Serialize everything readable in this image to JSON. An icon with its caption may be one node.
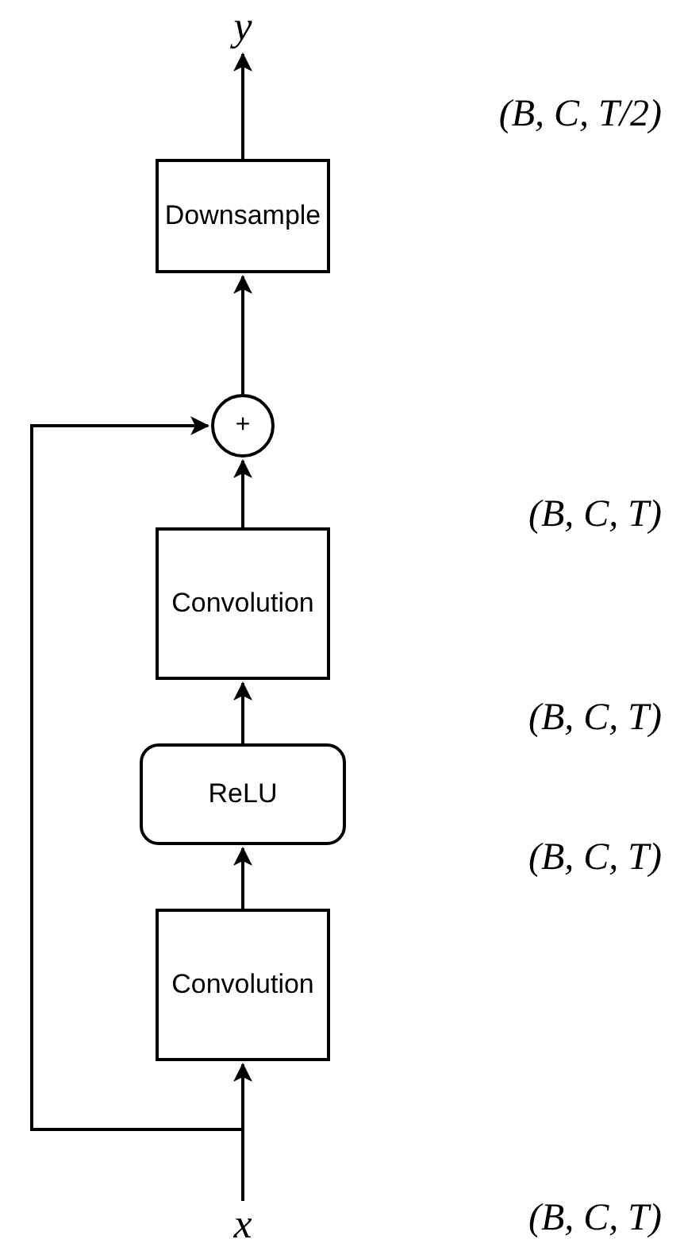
{
  "diagram": {
    "nodes": [
      {
        "text": [
          "y"
        ]
      },
      {
        "text": [
          "Downsample"
        ]
      },
      {
        "text": [
          "+"
        ]
      },
      {
        "text": [
          "Convolution"
        ]
      },
      {
        "text": [
          "ReLU"
        ]
      },
      {
        "text": [
          "Convolution"
        ]
      },
      {
        "text": [
          "x"
        ]
      }
    ],
    "edges": [
      {
        "from": 1,
        "to": 0,
        "arrow": "to"
      },
      {
        "from": 2,
        "to": 1,
        "arrow": "to"
      },
      {
        "from": 3,
        "to": 2,
        "arrow": "to"
      },
      {
        "from": 4,
        "to": 3,
        "arrow": "to"
      },
      {
        "from": 5,
        "to": 4,
        "arrow": "to"
      },
      {
        "from": 6,
        "to": 5,
        "arrow": "to"
      },
      {
        "from": 6,
        "to": 2,
        "arrow": "to"
      }
    ],
    "labels": [
      "(B, C, T/2)",
      "(B, C, T)",
      "(B, C, T)",
      "(B, C, T)",
      "(B, C, T)"
    ]
  }
}
